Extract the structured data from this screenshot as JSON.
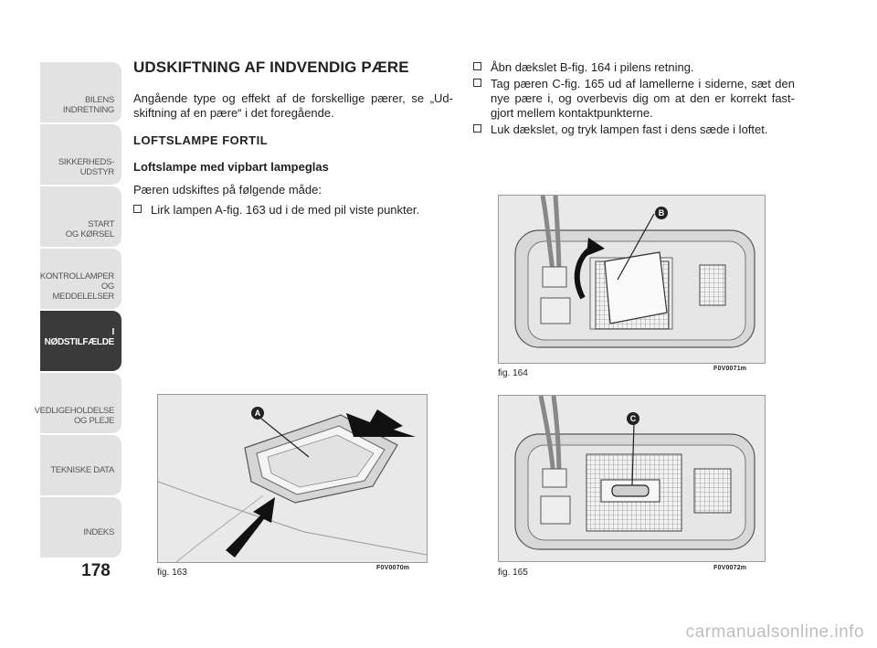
{
  "sidebar": {
    "tabs": [
      {
        "lines": [
          "BILENS",
          "INDRETNING"
        ],
        "active": false
      },
      {
        "lines": [
          "SIKKERHEDS-",
          "UDSTYR"
        ],
        "active": false
      },
      {
        "lines": [
          "START",
          "OG KØRSEL"
        ],
        "active": false
      },
      {
        "lines": [
          "KONTROLLAMPER",
          "OG MEDDELELSER"
        ],
        "active": false
      },
      {
        "lines": [
          "I NØDSTILFÆLDE"
        ],
        "active": true
      },
      {
        "lines": [
          "VEDLIGEHOLDELSE",
          "OG PLEJE"
        ],
        "active": false
      },
      {
        "lines": [
          "TEKNISKE DATA"
        ],
        "active": false
      },
      {
        "lines": [
          "INDEKS"
        ],
        "active": false
      }
    ]
  },
  "page_number": "178",
  "left": {
    "title": "UDSKIFTNING AF INDVENDIG PÆRE",
    "intro": "Angående type og effekt af de forskellige pærer, se „Ud-skiftning af en pære“ i det foregående.",
    "section": "LOFTSLAMPE FORTIL",
    "subsection": "Loftslampe med vipbart lampeglas",
    "lead": "Pæren udskiftes på følgende måde:",
    "bullet1": "Lirk lampen A-fig. 163 ud i de med pil viste punkter."
  },
  "right": {
    "bullet1": "Åbn dækslet B-fig. 164 i pilens retning.",
    "bullet2": "Tag pæren C-fig. 165 ud af lamellerne i siderne, sæt den nye pære i, og overbevis dig om at den er korrekt fast-gjort mellem kontaktpunkterne.",
    "bullet3": "Luk dækslet, og tryk lampen fast i dens sæde i loftet."
  },
  "figures": {
    "fig163": {
      "caption": "fig. 163",
      "code": "F0V0070m",
      "label": "A"
    },
    "fig164": {
      "caption": "fig. 164",
      "code": "F0V0071m",
      "label": "B"
    },
    "fig165": {
      "caption": "fig. 165",
      "code": "F0V0072m",
      "label": "C"
    }
  },
  "watermark": "carmanualsonline.info",
  "colors": {
    "tab": "#e2e2e2",
    "tab_active": "#3a3a3a",
    "figure_bg": "#e9e9e9"
  }
}
